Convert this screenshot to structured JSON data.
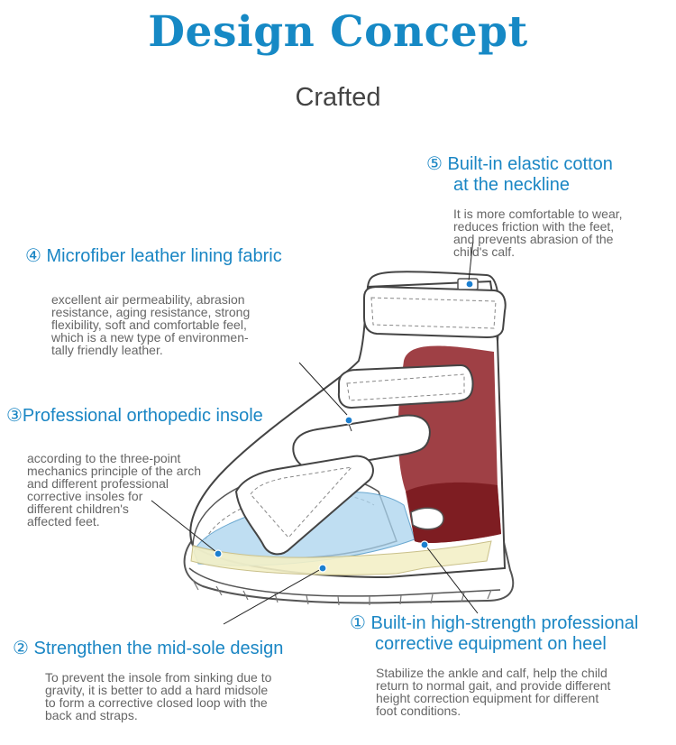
{
  "title": "Design Concept",
  "subtitle": "Crafted",
  "features": {
    "f5": {
      "heading_lines": [
        "⑤ Built-in elastic cotton",
        "at the neckline"
      ],
      "desc_lines": [
        "It is more comfortable to wear,",
        "reduces friction with the feet,",
        "and prevents abrasion of the",
        "child's calf."
      ]
    },
    "f4": {
      "heading_lines": [
        "④ Microfiber leather lining fabric"
      ],
      "desc_lines": [
        "excellent air permeability, abrasion",
        "resistance, aging resistance, strong",
        "flexibility, soft and comfortable feel,",
        "which is a new type of environmen-",
        "tally friendly leather."
      ]
    },
    "f3": {
      "heading_lines": [
        "③Professional orthopedic insole"
      ],
      "desc_lines": [
        "according to the three-point",
        "mechanics principle of the arch",
        "and different professional",
        "corrective insoles for",
        "different children's",
        "affected feet."
      ]
    },
    "f2": {
      "heading_lines": [
        "②  Strengthen the mid-sole design"
      ],
      "desc_lines": [
        "To prevent the insole from sinking due to",
        "gravity, it is better to add a hard midsole",
        "to form a corrective closed loop with the",
        "back and straps."
      ]
    },
    "f1": {
      "heading_lines": [
        "① Built-in high-strength professional",
        "corrective equipment on heel"
      ],
      "desc_lines": [
        "Stabilize the ankle and calf, help the child",
        "return to normal gait, and provide different",
        "height correction equipment for different",
        "foot conditions."
      ]
    }
  },
  "colors": {
    "title": "#1689c5",
    "heading": "#1a86c4",
    "body_text": "#666666",
    "heel_counter": "#8e1f24",
    "insole": "#a9d3ee",
    "midsole": "#f3efc7",
    "marker": "#1b7fd0"
  }
}
